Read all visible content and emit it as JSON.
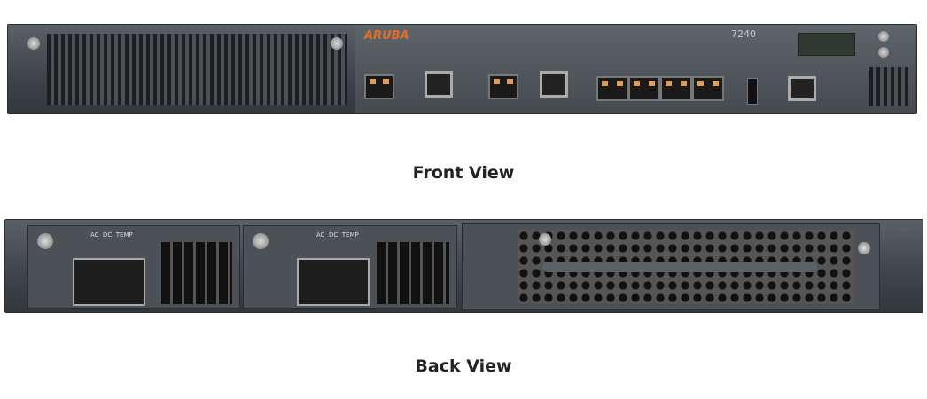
{
  "front": {
    "brand": "ARUBA",
    "model": "7240",
    "caption": "Front View"
  },
  "back": {
    "psu_leds": [
      "AC",
      "DC",
      "TEMP"
    ],
    "caption": "Back View"
  },
  "colors": {
    "brand": "#e0702a",
    "chassis": "#434a4f"
  }
}
